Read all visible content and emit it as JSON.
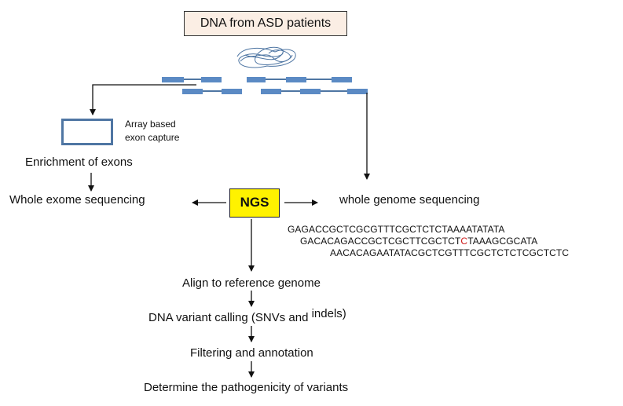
{
  "source_box": {
    "label": "DNA from ASD patients"
  },
  "array_capture": {
    "label_line1": "Array based",
    "label_line2": "exon capture"
  },
  "left_branch": {
    "enrichment": "Enrichment of exons",
    "wes": "Whole exome sequencing"
  },
  "ngs": {
    "label": "NGS"
  },
  "right_branch": {
    "wgs": "whole genome sequencing",
    "reads": [
      {
        "before": "GAGACCGCTCGCGTTTCGCTCTCTAAAATATATA",
        "highlight": "",
        "after": ""
      },
      {
        "before": "GACACAGACCGCTCGCTTCGCTCT",
        "highlight": "C",
        "after": "TAAAGCGCATA"
      },
      {
        "before": "AACACAGAATATACGCTCGTTTCGCTCTCTCGCTCTC",
        "highlight": "",
        "after": ""
      }
    ],
    "highlight_color": "#cc1a1a"
  },
  "pipeline": {
    "step1": "Align to reference genome",
    "step2_main": "DNA variant calling (SNVs and ",
    "step2_raised": "indels)",
    "step3": "Filtering  and annotation",
    "step4": "Determine the pathogenicity of variants"
  },
  "colors": {
    "fragment": "#5b8ac4",
    "ngs_fill": "#fff200",
    "title_fill": "#fbeee4"
  }
}
